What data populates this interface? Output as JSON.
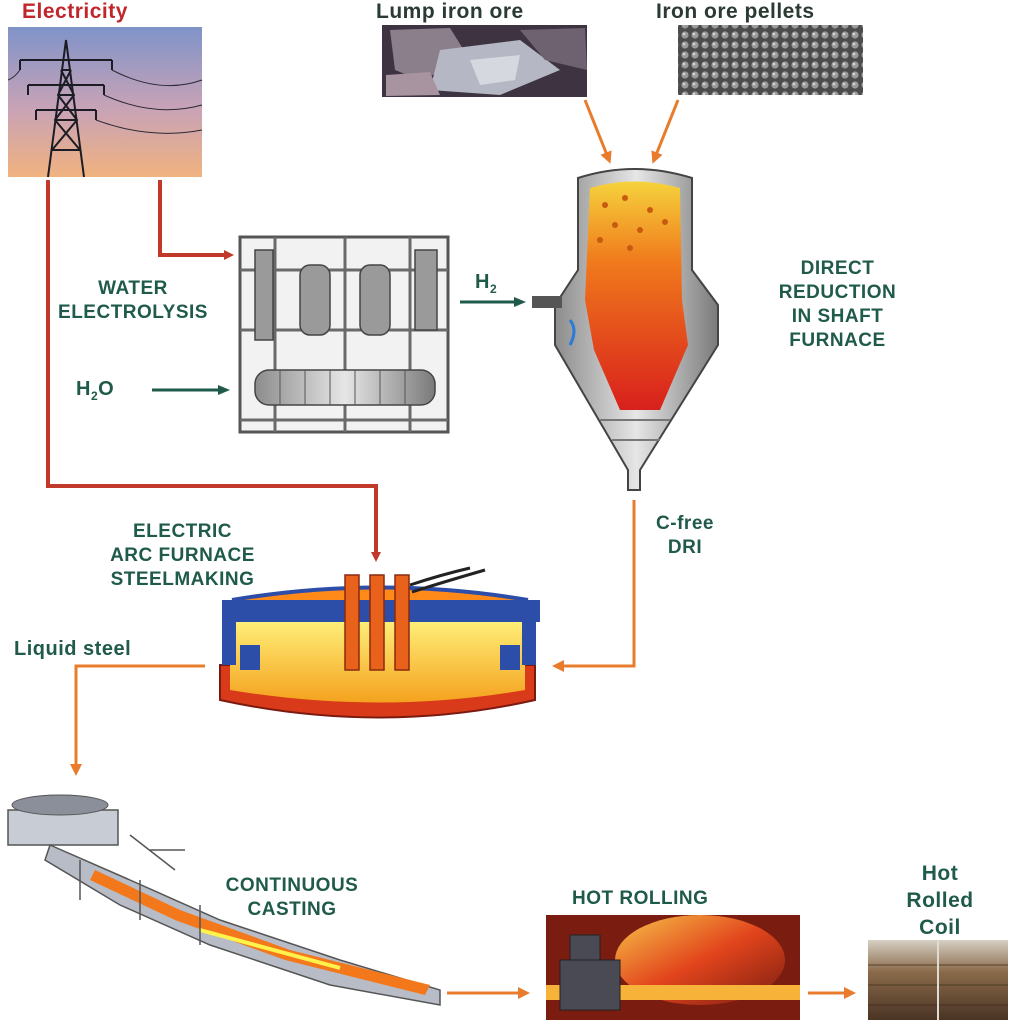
{
  "labels": {
    "electricity": "Electricity",
    "lump_ore": "Lump iron ore",
    "pellets": "Iron ore pellets",
    "water_electrolysis": [
      "WATER",
      "ELECTROLYSIS"
    ],
    "h2o_main": "H",
    "h2o_sub": "2",
    "h2o_tail": "O",
    "h2_main": "H",
    "h2_sub": "2",
    "direct_reduction": [
      "DIRECT",
      "REDUCTION",
      "IN SHAFT",
      "FURNACE"
    ],
    "cfree_dri": [
      "C-free",
      "DRI"
    ],
    "eaf": [
      "ELECTRIC",
      "ARC FURNACE",
      "STEELMAKING"
    ],
    "liquid_steel": "Liquid steel",
    "continuous_casting": [
      "CONTINUOUS",
      "CASTING"
    ],
    "hot_rolling": "HOT  ROLLING",
    "hot_rolled_coil": [
      "Hot",
      "Rolled",
      "Coil"
    ]
  },
  "colors": {
    "electric_arrow": "#c0392b",
    "material_arrow": "#e87c2c",
    "label_green": "#1f5a4a",
    "label_red": "#c0272d"
  }
}
